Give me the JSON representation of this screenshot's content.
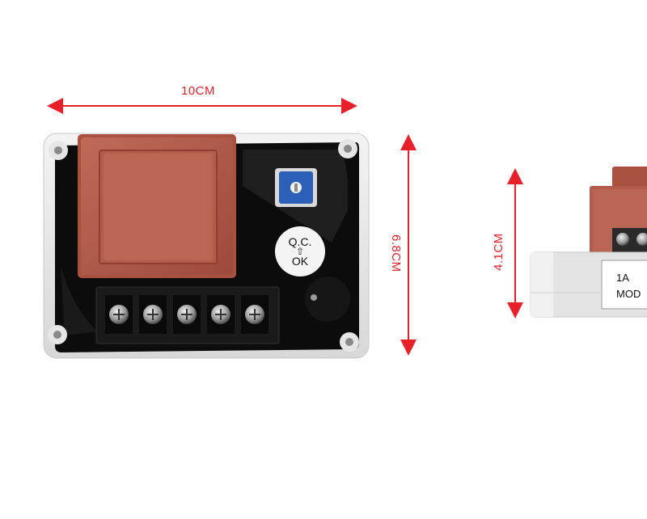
{
  "dimensions": {
    "width_label": "10CM",
    "height_label": "6.8CM",
    "side_height_label": "4.1CM"
  },
  "qc_sticker": {
    "line1": "Q.C.",
    "line2": "OK"
  },
  "side_label": {
    "line1": "1A",
    "line2": "MOD"
  },
  "colors": {
    "dimension_red": "#e8202a",
    "transformer_brown": "#b45a4a",
    "board_black": "#0c0c0c",
    "housing_white": "#e9e9e9",
    "potentiometer_blue": "#2c5fb8"
  },
  "terminal_count": 5
}
